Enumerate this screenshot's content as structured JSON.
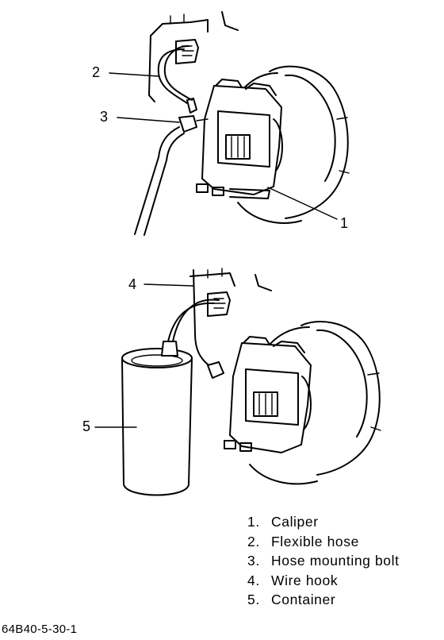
{
  "callouts": [
    {
      "id": "2",
      "text": "2"
    },
    {
      "id": "3",
      "text": "3"
    },
    {
      "id": "1",
      "text": "1"
    },
    {
      "id": "4",
      "text": "4"
    },
    {
      "id": "5",
      "text": "5"
    }
  ],
  "legend": [
    {
      "num": "1.",
      "label": "Caliper"
    },
    {
      "num": "2.",
      "label": "Flexible hose"
    },
    {
      "num": "3.",
      "label": "Hose mounting bolt"
    },
    {
      "num": "4.",
      "label": "Wire hook"
    },
    {
      "num": "5.",
      "label": "Container"
    }
  ],
  "figure_code": "64B40-5-30-1"
}
